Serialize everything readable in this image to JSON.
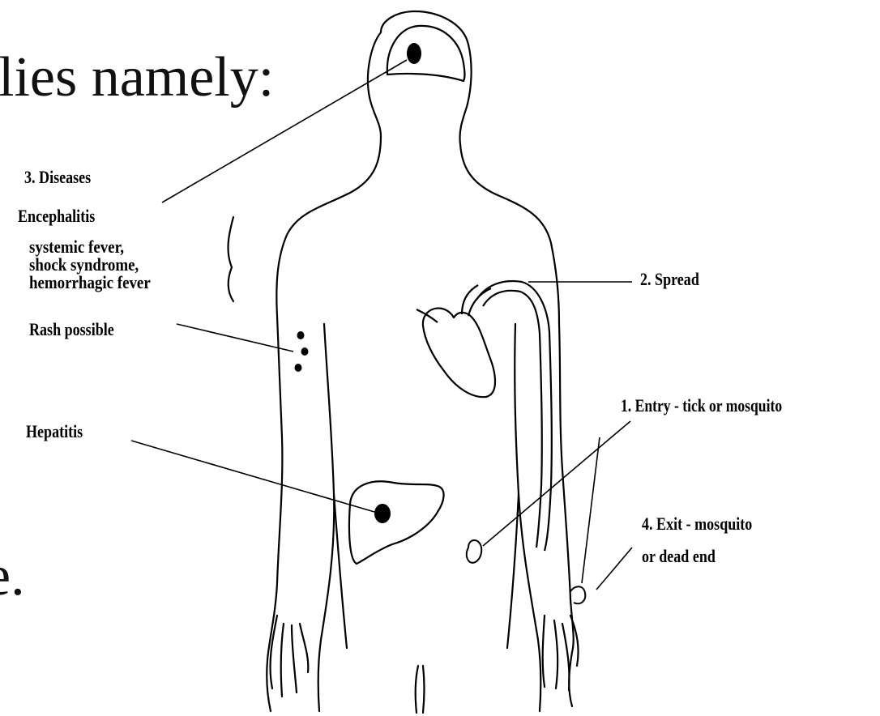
{
  "slide": {
    "heading_fragment": "lies namely:",
    "left_fragment": "e."
  },
  "labels": {
    "diseases": "3. Diseases",
    "encephalitis": "Encephalitis",
    "systemic_fever": "systemic fever,",
    "shock_syndrome": "shock syndrome,",
    "hemorrhagic_fever": "hemorrhagic fever",
    "rash": "Rash possible",
    "hepatitis": "Hepatitis",
    "spread": "2. Spread",
    "entry": "1. Entry - tick or mosquito",
    "exit": "4. Exit - mosquito",
    "exit_line2": "or dead end"
  }
}
